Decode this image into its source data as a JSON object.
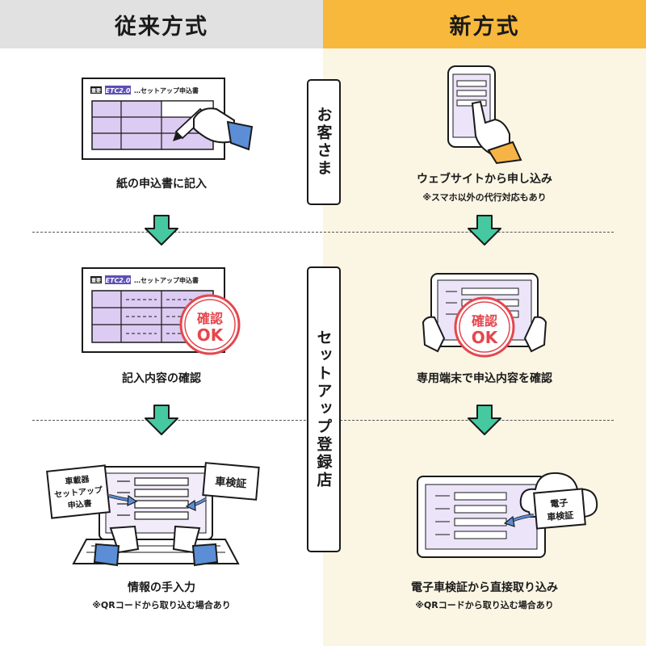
{
  "headers": {
    "old": "従来方式",
    "new": "新方式"
  },
  "sections": {
    "customer": "お客さま",
    "store": "セットアップ登録店"
  },
  "old_steps": [
    {
      "label": "紙の申込書に記入",
      "note": ""
    },
    {
      "label": "記入内容の確認",
      "note": ""
    },
    {
      "label": "情報の手入力",
      "note": "※QRコードから取り込む場合あり"
    }
  ],
  "new_steps": [
    {
      "label": "ウェブサイトから申し込み",
      "note": "※スマホ以外の代行対応もあり"
    },
    {
      "label": "専用端末で申込内容を確認",
      "note": ""
    },
    {
      "label": "電子車検証から直接取り込み",
      "note": "※QRコードから取り込む場合あり"
    }
  ],
  "form": {
    "badge": "重要",
    "logo": "ETC2.0",
    "title": "…セットアップ申込書"
  },
  "stamp": {
    "line1": "確認",
    "line2": "OK"
  },
  "cards": {
    "setup_form": [
      "車載器",
      "セットアップ",
      "申込書"
    ],
    "vehicle_cert": "車検証",
    "e_cert": [
      "電子",
      "車検証"
    ]
  },
  "colors": {
    "old_header": "#e1e1e1",
    "new_header": "#f8b83c",
    "new_bg": "#fbf5e4",
    "accent_purple": "#dccbf2",
    "arrow_green": "#46c9a0",
    "stamp_red": "#e4474d",
    "sleeve_blue": "#5b8ed6",
    "sleeve_orange": "#f5b445"
  }
}
